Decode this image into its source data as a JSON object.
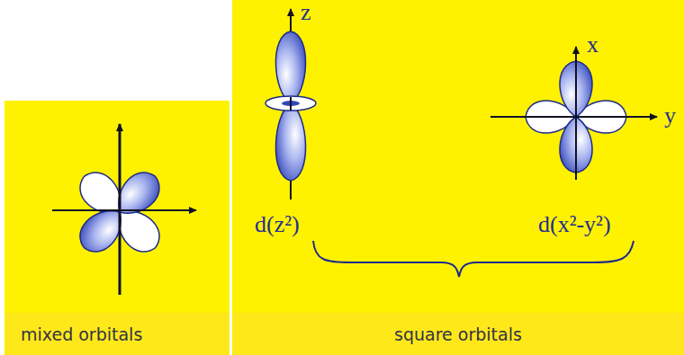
{
  "diagram": {
    "nodes": [
      {
        "text": [
          "mixed orbitals"
        ]
      },
      {
        "text": [
          "square orbitals"
        ]
      }
    ],
    "labels": [
      "z",
      "x",
      "y",
      "d(z²)",
      "d(x²-y²)"
    ]
  }
}
